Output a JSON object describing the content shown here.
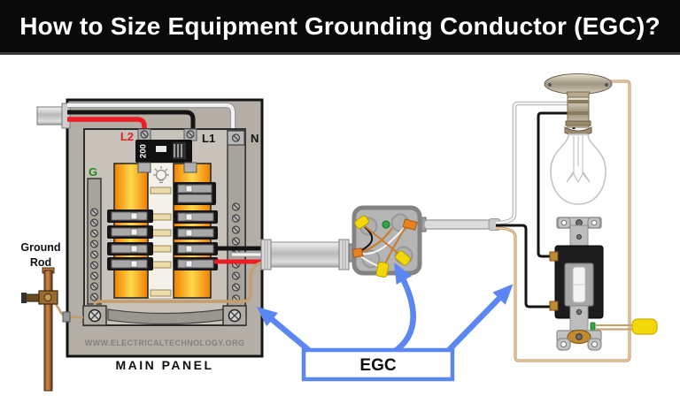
{
  "title": "How to Size Equipment Grounding Conductor (EGC)?",
  "panel": {
    "caption": "MAIN PANEL",
    "watermark": "WWW.ELECTRICALTECHNOLOGY.ORG",
    "labels": {
      "line2": "L2",
      "line1": "L1",
      "neutral": "N",
      "ground": "G",
      "main_breaker_rating": "200"
    }
  },
  "ground_rod": {
    "label_line1": "Ground",
    "label_line2": "Rod"
  },
  "egc_callout": {
    "label": "EGC"
  },
  "colors": {
    "title_bg": "#0a0a0a",
    "title_text": "#ffffff",
    "arrow_blue": "#5b87f2",
    "hot_red": "#ee1c25",
    "hot_black": "#141414",
    "neutral_white": "#f2f2f2",
    "ground_copper": "#c69d6d",
    "busbar_orange": "#f07f00",
    "busbar_yellow": "#ffd84d",
    "wirenut_yellow": "#f2d80a",
    "ground_screw_green": "#2fa843",
    "label_red": "#e8201d",
    "label_green": "#1e8c1e",
    "panel_gray": "#b3afa6"
  }
}
